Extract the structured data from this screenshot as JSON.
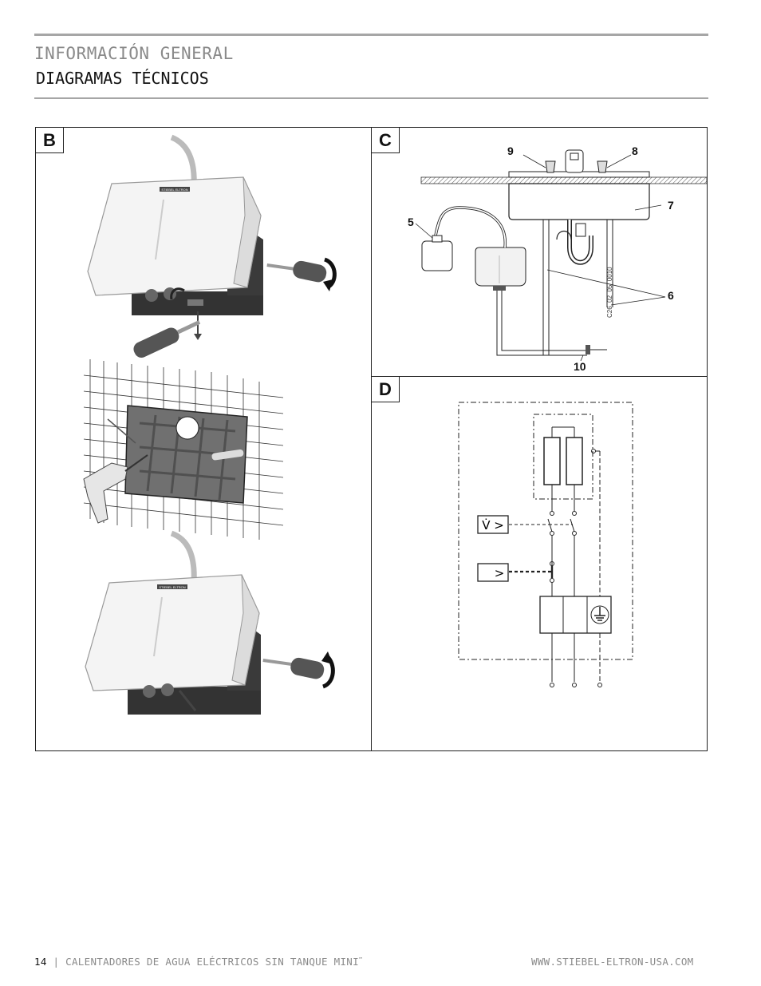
{
  "header": {
    "section": "INFORMACIÓN GENERAL",
    "title": "DIAGRAMAS TÉCNICOS"
  },
  "panels": {
    "b": "B",
    "c": "C",
    "d": "D"
  },
  "figure_c": {
    "callouts": {
      "n5": "5",
      "n6": "6",
      "n7": "7",
      "n8": "8",
      "n9": "9",
      "n10": "10"
    },
    "figure_id": "C26_02_05_0010"
  },
  "figure_b": {
    "brand": "STIEBEL ELTRON"
  },
  "figure_d": {
    "flow_symbol": "V̇ >",
    "pressure_symbol": ">"
  },
  "footer": {
    "page": "14",
    "separator": "|",
    "product": "CALENTADORES DE AGUA ELÉCTRICOS SIN TANQUE MINI",
    "trademark": "™",
    "url": "WWW.STIEBEL-ELTRON-USA.COM"
  }
}
